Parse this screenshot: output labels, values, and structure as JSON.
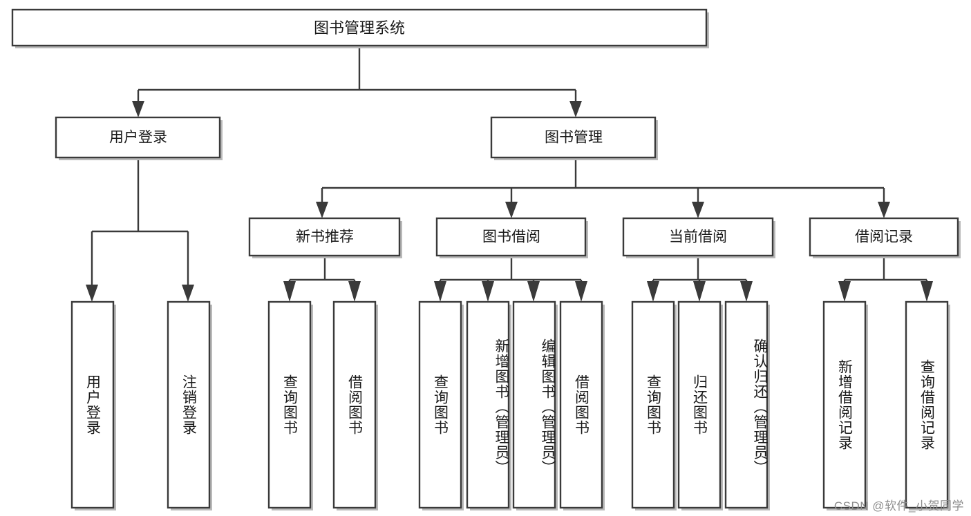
{
  "diagram": {
    "type": "tree-hierarchy-chart",
    "title": "图书管理系统",
    "watermark": "CSDN @软件_小贺同学",
    "colors": {
      "stroke": "#3a3a3a",
      "fill": "#ffffff",
      "text": "#1a1a1a",
      "shadow": "#b9b9b9",
      "watermark": "#8d8d8d"
    },
    "root": {
      "label": "图书管理系统",
      "children": [
        {
          "label": "用户登录",
          "children": [
            {
              "label": "用户登录"
            },
            {
              "label": "注销登录"
            }
          ]
        },
        {
          "label": "图书管理",
          "children": [
            {
              "label": "新书推荐",
              "children": [
                {
                  "label": "查询图书"
                },
                {
                  "label": "借阅图书"
                }
              ]
            },
            {
              "label": "图书借阅",
              "children": [
                {
                  "label": "查询图书"
                },
                {
                  "label": "新增图书（管理员）"
                },
                {
                  "label": "编辑图书（管理员）"
                },
                {
                  "label": "借阅图书"
                }
              ]
            },
            {
              "label": "当前借阅",
              "children": [
                {
                  "label": "查询图书"
                },
                {
                  "label": "归还图书"
                },
                {
                  "label": "确认归还（管理员）"
                }
              ]
            },
            {
              "label": "借阅记录",
              "children": [
                {
                  "label": "新增借阅记录"
                },
                {
                  "label": "查询借阅记录"
                }
              ]
            }
          ]
        }
      ]
    },
    "nodes": {
      "root_title": "图书管理系统",
      "l2_user_login": "用户登录",
      "l2_book_manage": "图书管理",
      "l3_new_book_rec": "新书推荐",
      "l3_book_borrow": "图书借阅",
      "l3_current_borrow": "当前借阅",
      "l3_borrow_record": "借阅记录",
      "leaf_user_login": "用户登录",
      "leaf_logout": "注销登录",
      "leaf_query_book_a": "查询图书",
      "leaf_borrow_book_a": "借阅图书",
      "leaf_query_book_b": "查询图书",
      "leaf_add_book_admin": "新增图书（管理员）",
      "leaf_edit_book_admin": "编辑图书（管理员）",
      "leaf_borrow_book_b": "借阅图书",
      "leaf_query_book_c": "查询图书",
      "leaf_return_book": "归还图书",
      "leaf_confirm_return_admin": "确认归还（管理员）",
      "leaf_add_record": "新增借阅记录",
      "leaf_query_record": "查询借阅记录"
    }
  }
}
